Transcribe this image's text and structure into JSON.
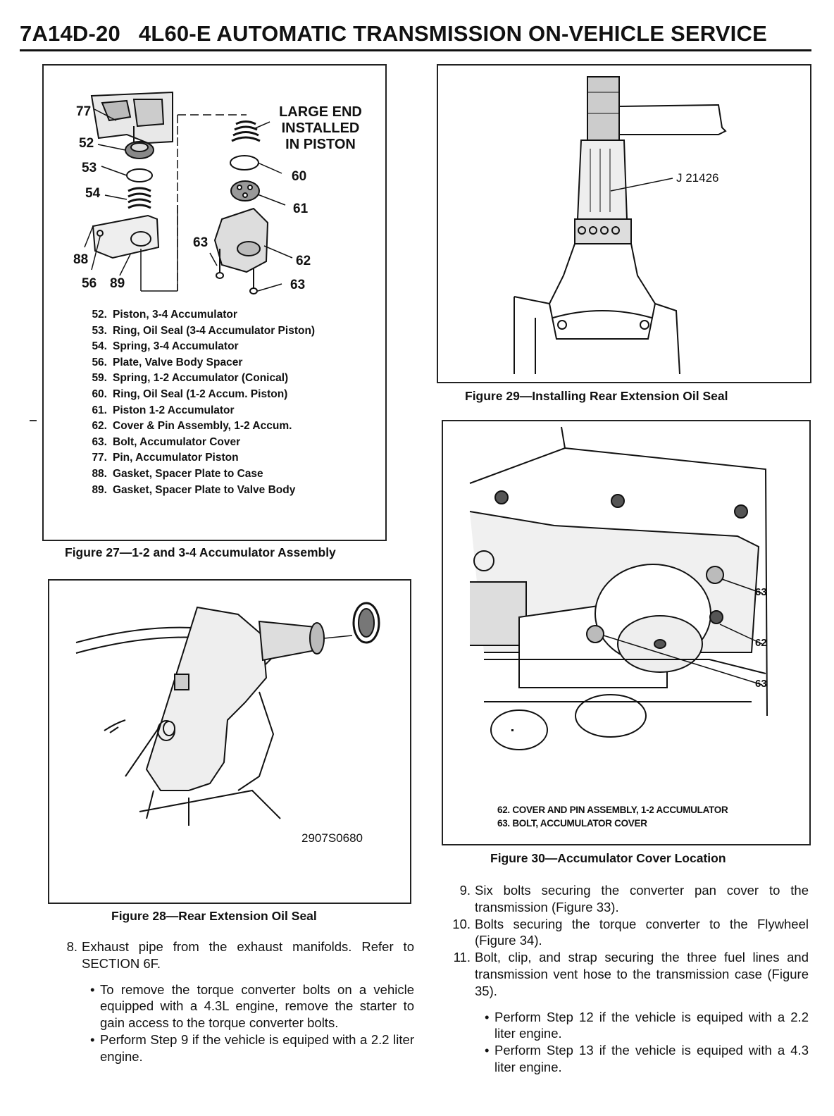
{
  "header": {
    "section": "7A14D-20",
    "title": "4L60-E AUTOMATIC TRANSMISSION ON-VEHICLE SERVICE"
  },
  "figure27": {
    "note": [
      "LARGE END",
      "INSTALLED",
      "IN PISTON"
    ],
    "callouts": {
      "c77": "77",
      "c52": "52",
      "c53": "53",
      "c54": "54",
      "c88": "88",
      "c56": "56",
      "c89": "89",
      "c60": "60",
      "c61": "61",
      "c63a": "63",
      "c62": "62",
      "c63b": "63"
    },
    "legend": [
      {
        "num": "52.",
        "text": "Piston, 3-4 Accumulator"
      },
      {
        "num": "53.",
        "text": "Ring, Oil Seal (3-4 Accumulator Piston)"
      },
      {
        "num": "54.",
        "text": "Spring, 3-4 Accumulator"
      },
      {
        "num": "56.",
        "text": "Plate, Valve Body Spacer"
      },
      {
        "num": "59.",
        "text": "Spring, 1-2 Accumulator (Conical)"
      },
      {
        "num": "60.",
        "text": "Ring, Oil Seal (1-2 Accum. Piston)"
      },
      {
        "num": "61.",
        "text": "Piston 1-2 Accumulator"
      },
      {
        "num": "62.",
        "text": "Cover & Pin Assembly, 1-2 Accum."
      },
      {
        "num": "63.",
        "text": "Bolt, Accumulator Cover"
      },
      {
        "num": "77.",
        "text": "Pin, Accumulator Piston"
      },
      {
        "num": "88.",
        "text": "Gasket, Spacer Plate to Case"
      },
      {
        "num": "89.",
        "text": "Gasket, Spacer Plate to Valve Body"
      }
    ],
    "caption": "Figure 27—1-2 and 3-4 Accumulator Assembly"
  },
  "figure28": {
    "code": "2907S0680",
    "caption": "Figure 28—Rear Extension Oil Seal"
  },
  "figure29": {
    "tool": "J 21426",
    "caption": "Figure 29—Installing Rear Extension Oil Seal"
  },
  "figure30": {
    "callouts": {
      "c63a": "63",
      "c62": "62",
      "c63b": "63"
    },
    "legend": [
      "62. COVER AND PIN ASSEMBLY, 1-2 ACCUMULATOR",
      "63. BOLT, ACCUMULATOR COVER"
    ],
    "caption": "Figure 30—Accumulator Cover Location"
  },
  "left_text": {
    "step8": {
      "num": "8.",
      "text": "Exhaust pipe from the exhaust manifolds. Refer to SECTION 6F."
    },
    "bullets": [
      "To remove the torque converter bolts on a vehicle equipped with a 4.3L engine, remove the starter to gain access to the torque converter bolts.",
      "Perform Step 9 if the vehicle is equiped with a 2.2 liter engine."
    ]
  },
  "right_text": {
    "steps": [
      {
        "num": "9.",
        "text": "Six bolts securing the converter pan cover to the transmission (Figure 33)."
      },
      {
        "num": "10.",
        "text": "Bolts securing the torque converter to the Flywheel (Figure 34)."
      },
      {
        "num": "11.",
        "text": "Bolt, clip, and strap securing the three fuel lines and transmission vent hose to the transmission case (Figure 35)."
      }
    ],
    "bullets": [
      "Perform Step 12 if the vehicle is equiped with a 2.2 liter engine.",
      "Perform Step 13 if the vehicle is equiped with a 4.3 liter engine."
    ]
  }
}
